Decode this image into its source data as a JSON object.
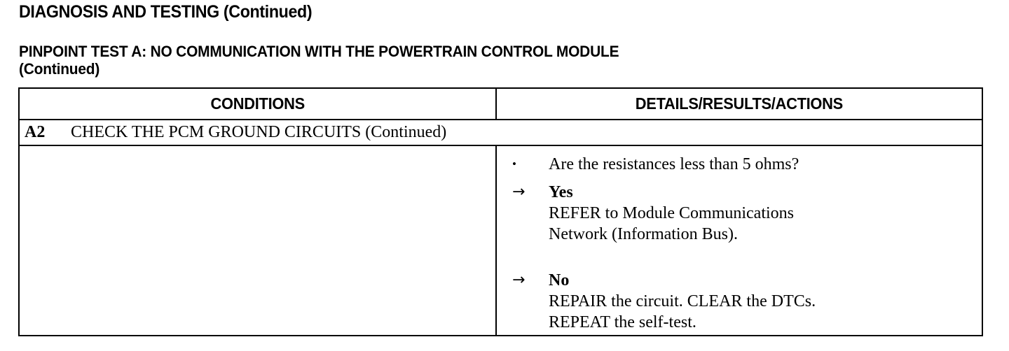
{
  "document": {
    "section_heading": "DIAGNOSIS AND TESTING (Continued)",
    "test_heading_line1": "PINPOINT TEST A: NO COMMUNICATION WITH THE POWERTRAIN CONTROL MODULE",
    "test_heading_line2": "(Continued)"
  },
  "table": {
    "headers": {
      "conditions": "CONDITIONS",
      "details": "DETAILS/RESULTS/ACTIONS"
    },
    "step": {
      "id": "A2",
      "title": "CHECK THE PCM GROUND CIRCUITS (Continued)"
    },
    "conditions_cell": {
      "content": ""
    },
    "details_cell": {
      "question_marker": "•",
      "question": "Are the resistances less than 5 ohms?",
      "branches": [
        {
          "marker": "→",
          "label": "Yes",
          "body_line1": "REFER to Module Communications",
          "body_line2": "Network (Information Bus)."
        },
        {
          "marker": "→",
          "label": "No",
          "body_line1": "REPAIR the circuit. CLEAR the DTCs.",
          "body_line2": "REPEAT the self-test."
        }
      ]
    }
  }
}
